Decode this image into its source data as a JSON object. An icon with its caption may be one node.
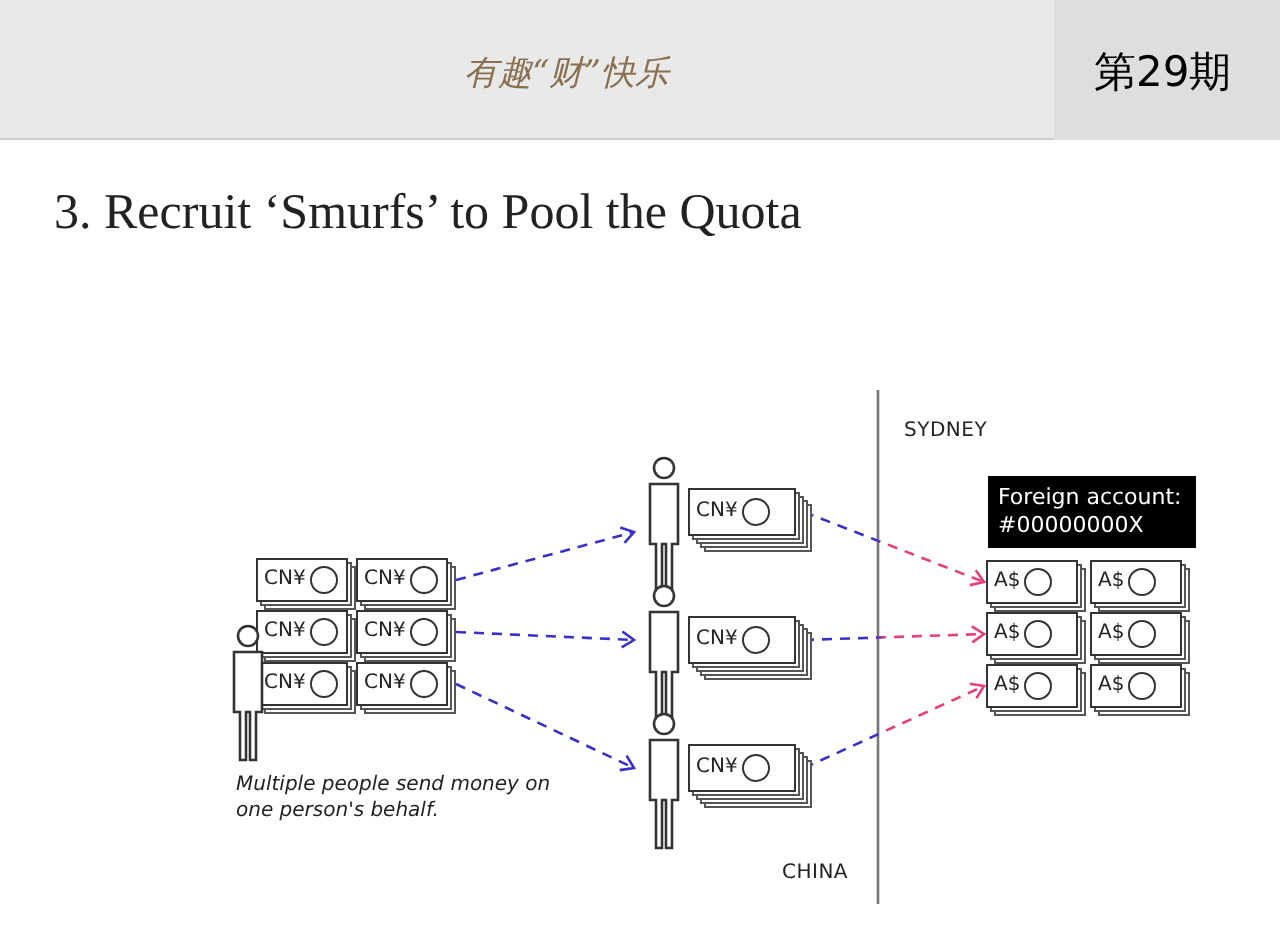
{
  "diagram": {
    "title": "3. Recruit ‘Smurfs’ to Pool the Quota",
    "nodes": [
      {
        "text": [
          "CN¥"
        ]
      },
      {
        "text": [
          "CN¥"
        ]
      },
      {
        "text": [
          "CN¥"
        ]
      },
      {
        "text": [
          "CN¥"
        ]
      },
      {
        "text": [
          "CN¥"
        ]
      },
      {
        "text": [
          "CN¥"
        ]
      },
      {
        "text": [
          "CN¥"
        ]
      },
      {
        "text": [
          "CN¥"
        ]
      },
      {
        "text": [
          "CN¥"
        ]
      },
      {
        "text": [
          "Foreign account:",
          "#00000000X"
        ]
      },
      {
        "text": [
          "A$"
        ]
      },
      {
        "text": [
          "A$"
        ]
      },
      {
        "text": [
          "A$"
        ]
      },
      {
        "text": [
          "A$"
        ]
      },
      {
        "text": [
          "A$"
        ]
      },
      {
        "text": [
          "A$"
        ]
      }
    ],
    "edges": [
      {
        "from": 1,
        "to": 6,
        "arrow": "to",
        "style": "dashed"
      },
      {
        "from": 3,
        "to": 7,
        "arrow": "to",
        "style": "dashed"
      },
      {
        "from": 5,
        "to": 8,
        "arrow": "to",
        "style": "dashed"
      },
      {
        "from": 6,
        "to": 10,
        "arrow": "to",
        "style": "dashed",
        "color": "#e83e79"
      },
      {
        "from": 7,
        "to": 12,
        "arrow": "to",
        "style": "dashed",
        "color": "#e83e79"
      },
      {
        "from": 8,
        "to": 14,
        "arrow": "to",
        "style": "dashed",
        "color": "#e83e79"
      }
    ],
    "labels": [
      "有趣“财”快乐",
      "第29期",
      "SYDNEY",
      "CHINA",
      "Multiple people send money on one person's behalf."
    ]
  }
}
